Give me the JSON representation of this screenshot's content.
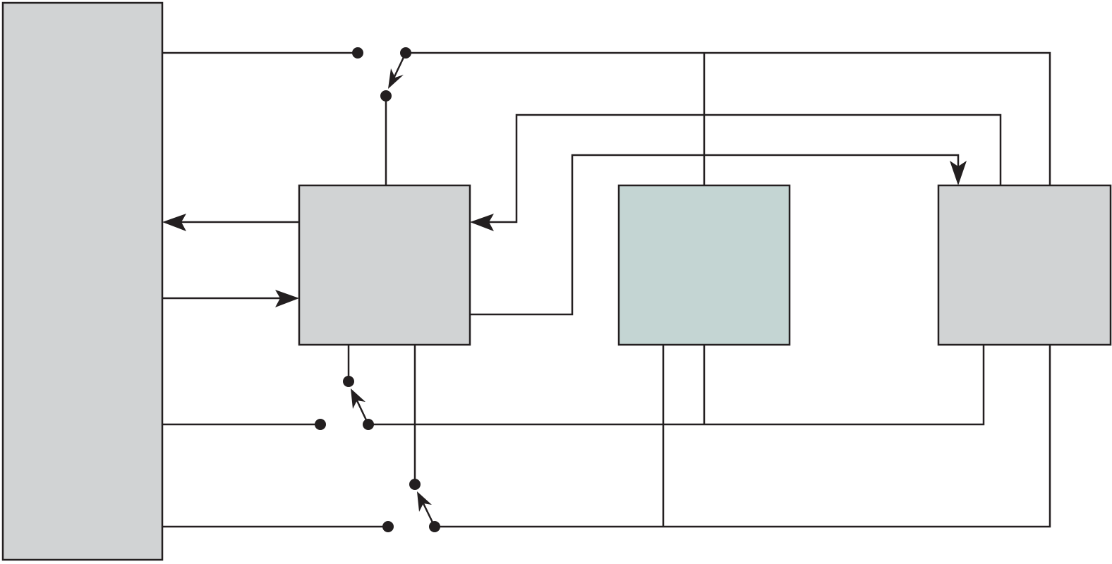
{
  "diagram": {
    "type": "block-diagram",
    "blocks": [
      {
        "id": "left-unit",
        "label": "",
        "fill": "#d1d3d4"
      },
      {
        "id": "center-left-unit",
        "label": "",
        "fill": "#d1d3d4"
      },
      {
        "id": "center-right-unit",
        "label": "",
        "fill": "#c4d5d3"
      },
      {
        "id": "right-unit",
        "label": "",
        "fill": "#d1d3d4"
      }
    ],
    "switches": [
      {
        "id": "switch-top",
        "state": "open"
      },
      {
        "id": "switch-middle",
        "state": "open"
      },
      {
        "id": "switch-bottom",
        "state": "open"
      }
    ],
    "colors": {
      "line": "#231f20",
      "gray_block": "#d1d3d4",
      "teal_block": "#c4d5d3"
    }
  }
}
